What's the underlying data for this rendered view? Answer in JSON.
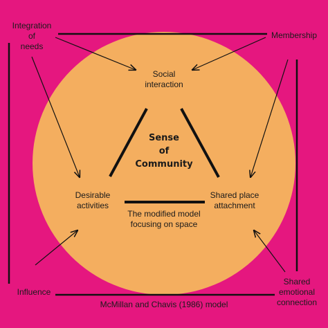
{
  "diagram": {
    "colors": {
      "background": "#e5177f",
      "circle": "#f4ae5f",
      "lines": "#111111"
    },
    "center_label": "Sense\nof\nCommunity",
    "inner_nodes": {
      "social_interaction": "Social\ninteraction",
      "desirable_activities": "Desirable\nactivities",
      "shared_place_attachment": "Shared place\nattachment"
    },
    "inner_caption": "The modified model\nfocusing on space",
    "outer_nodes": {
      "integration_of_needs": "Integration\nof\nneeds",
      "membership": "Membership",
      "influence": "Influence",
      "shared_emotional_connection": "Shared\nemotional\nconnection"
    },
    "outer_caption": "McMillan and Chavis (1986) model"
  }
}
